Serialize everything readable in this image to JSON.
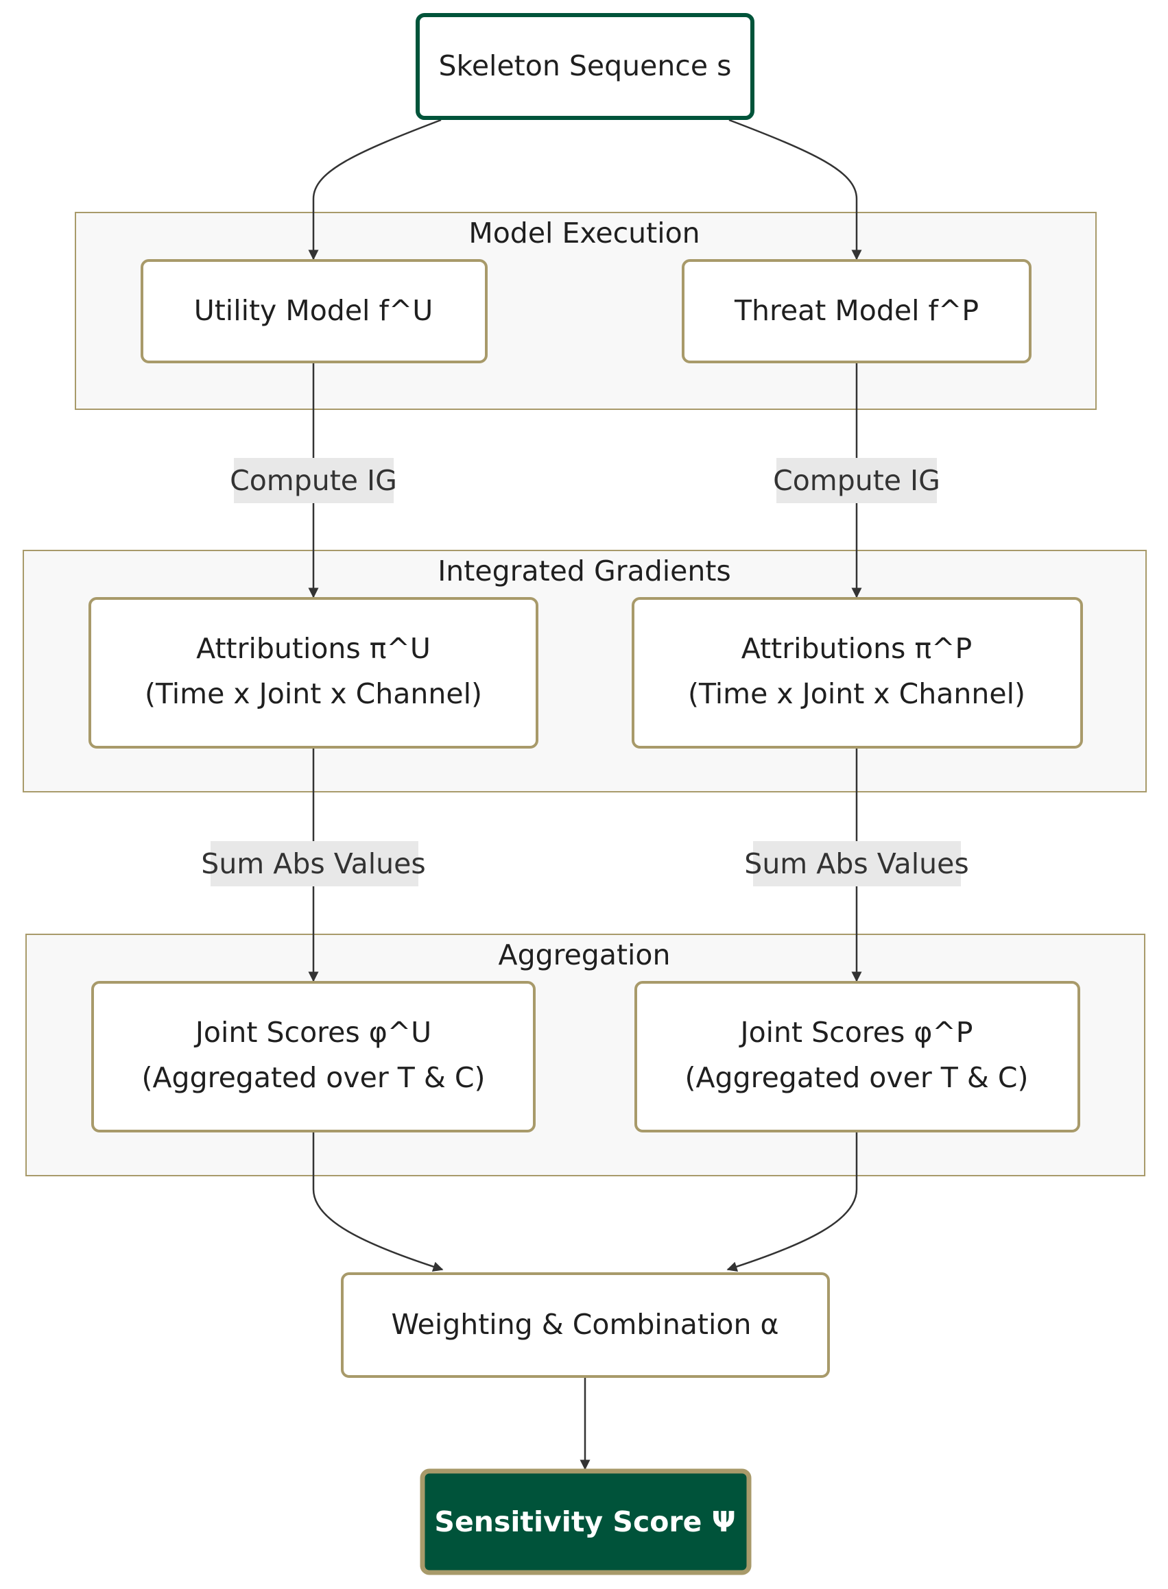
{
  "colors": {
    "cluster_fill": "#f8f8f8",
    "cluster_border": "#a89a6a",
    "node_fill": "#ffffff",
    "node_border": "#a89a6a",
    "start_border": "#00543a",
    "final_fill": "#00533a",
    "final_border": "#a89a6a",
    "edge": "#333333",
    "edge_label_bg": "#e8e8e8"
  },
  "nodes": {
    "start": {
      "label": "Skeleton Sequence s"
    },
    "utility_model": {
      "label": "Utility Model f^U"
    },
    "threat_model": {
      "label": "Threat Model f^P"
    },
    "attr_u": {
      "line1": "Attributions π^U",
      "line2": "(Time x Joint x Channel)"
    },
    "attr_p": {
      "line1": "Attributions π^P",
      "line2": "(Time x Joint x Channel)"
    },
    "joint_u": {
      "line1": "Joint Scores φ^U",
      "line2": "(Aggregated over T & C)"
    },
    "joint_p": {
      "line1": "Joint Scores φ^P",
      "line2": "(Aggregated over T & C)"
    },
    "weighting": {
      "label": "Weighting & Combination α"
    },
    "final": {
      "label": "Sensitivity Score Ψ"
    }
  },
  "clusters": {
    "model_execution": "Model Execution",
    "integrated_gradients": "Integrated Gradients",
    "aggregation": "Aggregation"
  },
  "edge_labels": {
    "compute_ig_left": "Compute IG",
    "compute_ig_right": "Compute IG",
    "sum_abs_left": "Sum Abs Values",
    "sum_abs_right": "Sum Abs Values"
  }
}
